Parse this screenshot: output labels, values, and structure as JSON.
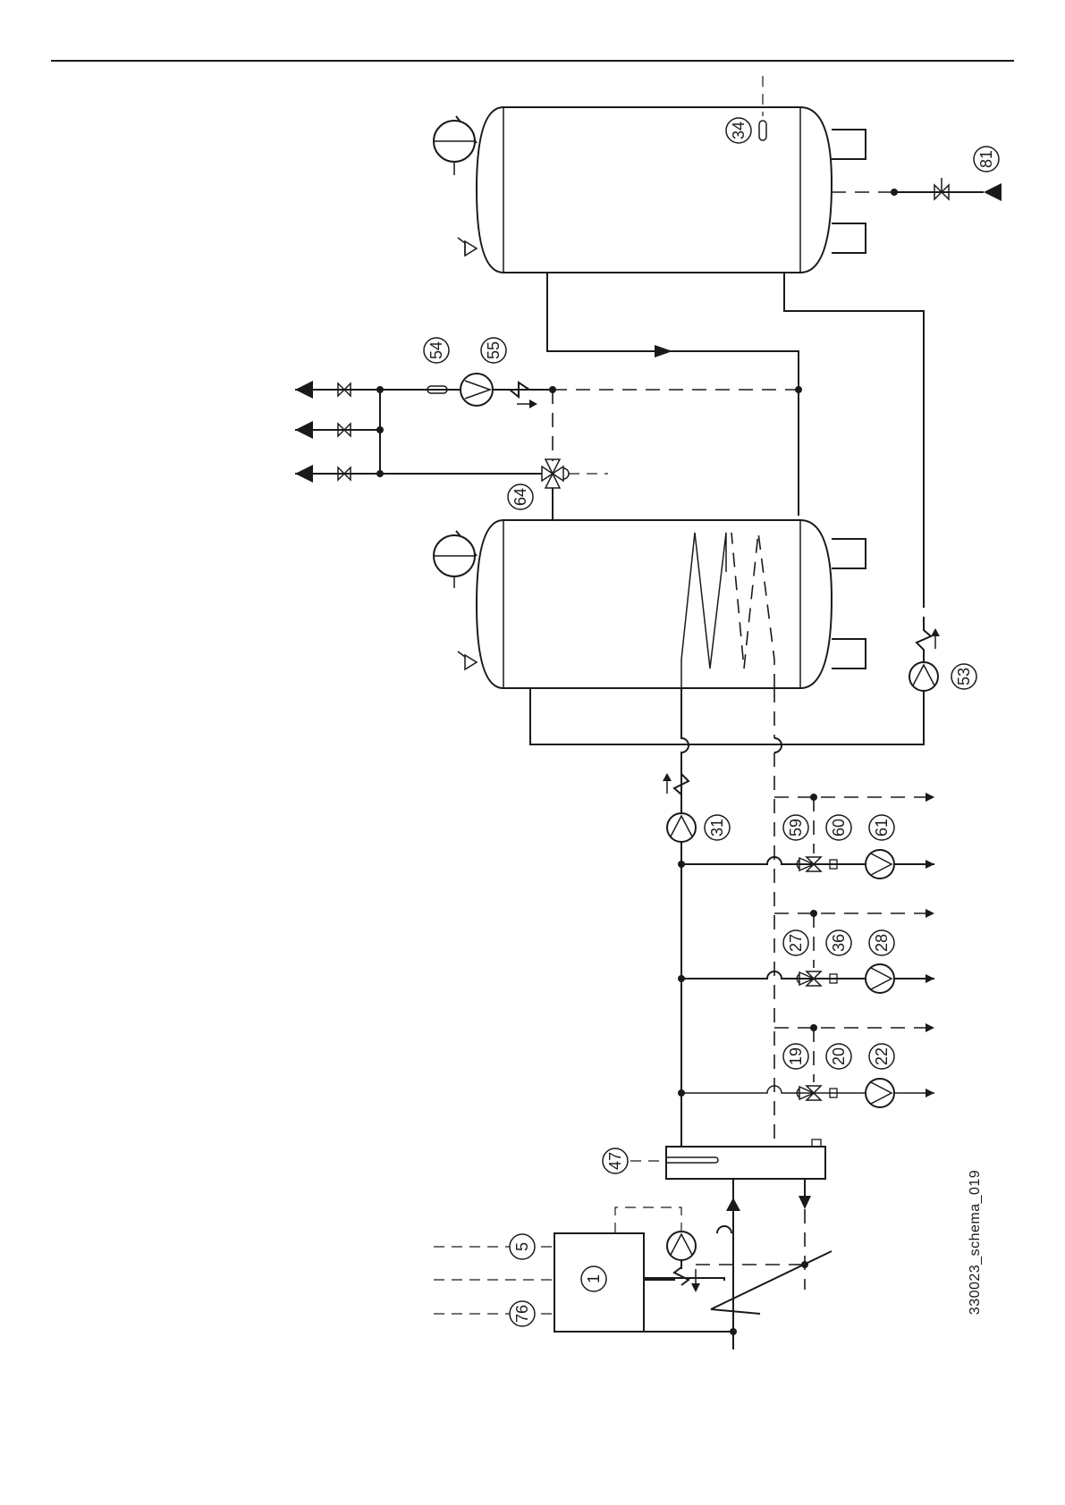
{
  "diagram": {
    "reference": "330023_schema_019",
    "labels": {
      "l1": "1",
      "l5": "5",
      "l76": "76",
      "l47": "47",
      "l19": "19",
      "l20": "20",
      "l22": "22",
      "l27": "27",
      "l36": "36",
      "l28": "28",
      "l59": "59",
      "l60": "60",
      "l61": "61",
      "l31": "31",
      "l53": "53",
      "l64": "64",
      "l54": "54",
      "l55": "55",
      "l34": "34",
      "l81": "81"
    }
  }
}
